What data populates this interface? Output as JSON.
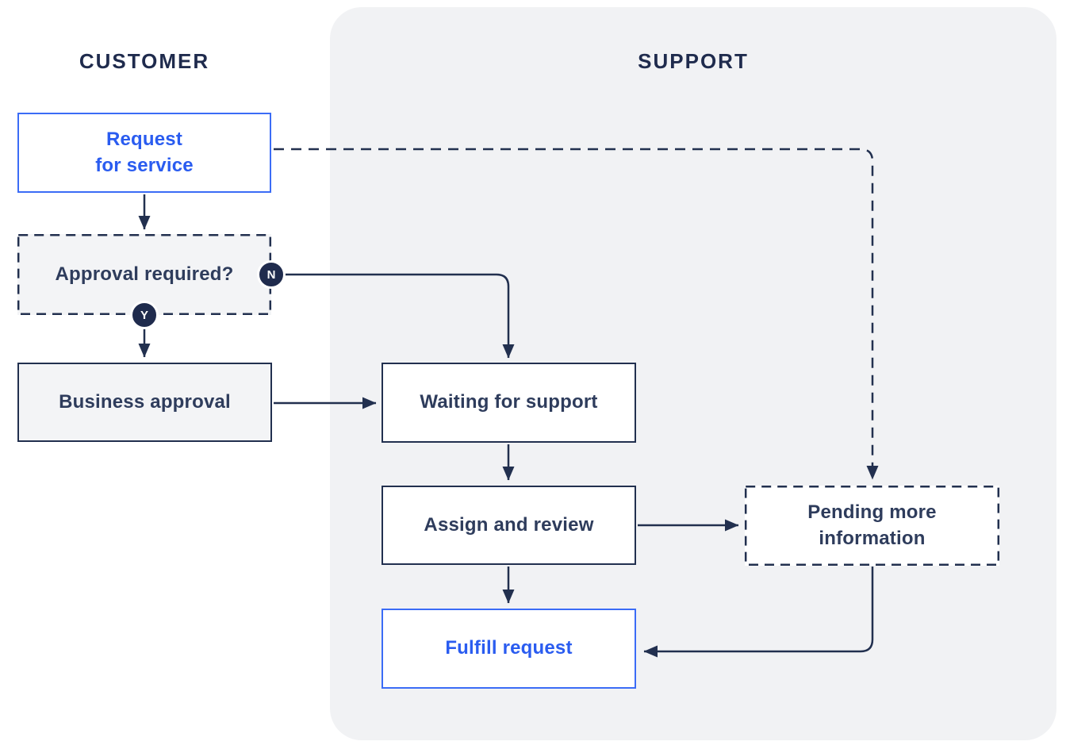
{
  "diagram": {
    "type": "flowchart",
    "lanes": [
      {
        "id": "customer",
        "title": "CUSTOMER"
      },
      {
        "id": "support",
        "title": "SUPPORT"
      }
    ],
    "nodes": [
      {
        "id": "request-for-service",
        "lane": "customer",
        "label": "Request\nfor service",
        "style": "blue-outline"
      },
      {
        "id": "approval-required",
        "lane": "customer",
        "label": "Approval required?",
        "style": "dashed-gray-fill"
      },
      {
        "id": "business-approval",
        "lane": "customer",
        "label": "Business approval",
        "style": "navy-outline-gray-fill"
      },
      {
        "id": "waiting-for-support",
        "lane": "support",
        "label": "Waiting for support",
        "style": "navy-outline"
      },
      {
        "id": "assign-and-review",
        "lane": "support",
        "label": "Assign and review",
        "style": "navy-outline"
      },
      {
        "id": "fulfill-request",
        "lane": "support",
        "label": "Fulfill request",
        "style": "blue-outline"
      },
      {
        "id": "pending-more-information",
        "lane": "support",
        "label": "Pending more\ninformation",
        "style": "dashed-white-fill"
      }
    ],
    "edges": [
      {
        "from": "request-for-service",
        "to": "approval-required",
        "style": "solid"
      },
      {
        "from": "approval-required",
        "to": "waiting-for-support",
        "label": "N",
        "style": "solid"
      },
      {
        "from": "approval-required",
        "to": "business-approval",
        "label": "Y",
        "style": "solid"
      },
      {
        "from": "business-approval",
        "to": "waiting-for-support",
        "style": "solid"
      },
      {
        "from": "waiting-for-support",
        "to": "assign-and-review",
        "style": "solid"
      },
      {
        "from": "assign-and-review",
        "to": "fulfill-request",
        "style": "solid"
      },
      {
        "from": "assign-and-review",
        "to": "pending-more-information",
        "style": "solid"
      },
      {
        "from": "request-for-service",
        "to": "pending-more-information",
        "style": "dashed"
      },
      {
        "from": "pending-more-information",
        "to": "fulfill-request",
        "style": "solid"
      }
    ],
    "colors": {
      "navy_line": "#22304F",
      "navy_text": "#2E3C5C",
      "header_navy": "#1F2B4D",
      "blue_border": "#3B6CF6",
      "blue_text": "#2A5CF0",
      "lane_panel": "#F1F2F4",
      "node_fill_gray": "#F3F4F6",
      "node_fill_white": "#FFFFFF",
      "background": "#FFFFFF"
    }
  }
}
